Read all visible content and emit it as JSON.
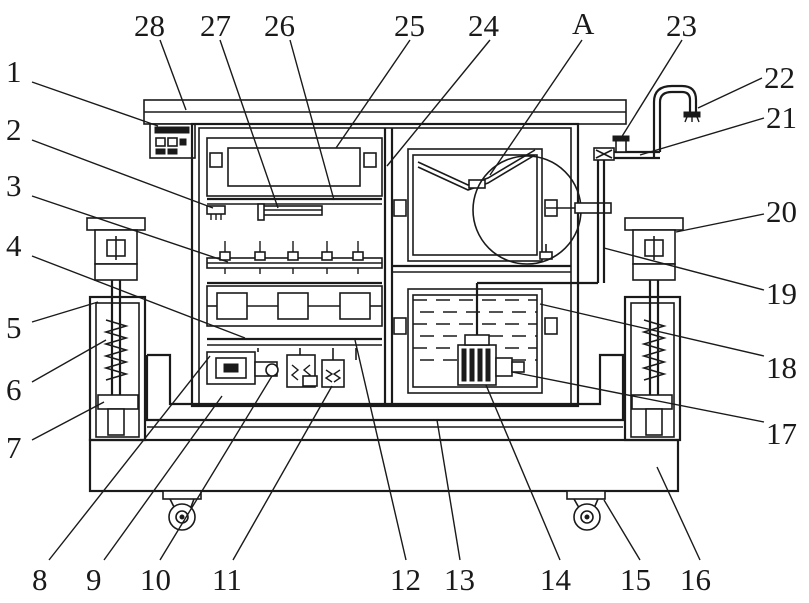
{
  "labels": [
    "1",
    "2",
    "3",
    "4",
    "5",
    "6",
    "7",
    "8",
    "9",
    "10",
    "11",
    "12",
    "13",
    "14",
    "15",
    "16",
    "17",
    "18",
    "19",
    "20",
    "21",
    "22",
    "23",
    "24",
    "25",
    "26",
    "27",
    "28",
    "A"
  ]
}
